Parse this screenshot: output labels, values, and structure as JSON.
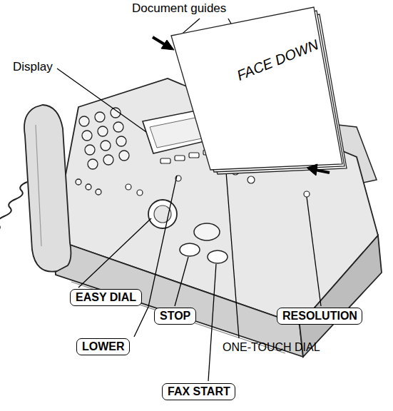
{
  "diagram": {
    "nodes": [
      {
        "text": [
          "EASY DIAL"
        ]
      },
      {
        "text": [
          "STOP"
        ]
      },
      {
        "text": [
          "RESOLUTION"
        ]
      },
      {
        "text": [
          "LOWER"
        ]
      },
      {
        "text": [
          "FAX START"
        ]
      }
    ],
    "labels": [
      "Document guides",
      "Display",
      "FACE DOWN",
      "ONE-TOUCH DIAL"
    ]
  }
}
